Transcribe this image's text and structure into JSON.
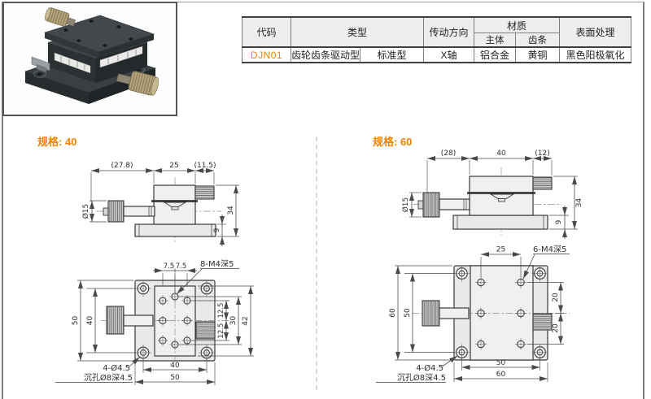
{
  "colors": {
    "accent": "#f08300",
    "table_header_bg": "#efeeec"
  },
  "spec_table": {
    "header": {
      "code": "代码",
      "type": "类型",
      "drive_direction": "传动方向",
      "material": "材质",
      "material_body": "主体",
      "material_rack": "齿条",
      "surface_treatment": "表面处理"
    },
    "row": {
      "code": "DJN01",
      "type_main": "齿轮齿条驱动型",
      "type_sub": "标准型",
      "drive_direction": "X轴",
      "material_body": "铝合金",
      "material_rack": "黄铜",
      "surface_treatment": "黑色阳极氧化"
    }
  },
  "spec40": {
    "label": "规格: 40",
    "side": {
      "dim_a": "(27.8)",
      "dim_b": "25",
      "dim_c": "(11.5)",
      "dim_d": "Ø15",
      "dim_e": "34",
      "dim_f": "9"
    },
    "top": {
      "dim_w1": "7.5",
      "dim_w2": "7.5",
      "callout_m4": "8-M4深5",
      "dim_left_outer": "50",
      "dim_left_inner": "40",
      "dim_r1": "12.5",
      "dim_r2": "12.5",
      "dim_r3": "30",
      "dim_r4": "42",
      "dim_b1": "40",
      "dim_b2": "50",
      "callout_hole": "4-Ø4.5",
      "callout_cbore": "沉孔Ø8深4.5"
    }
  },
  "spec60": {
    "label": "规格: 60",
    "side": {
      "dim_a": "(28)",
      "dim_b": "40",
      "dim_c": "(12)",
      "dim_d": "Ø15",
      "dim_e": "34",
      "dim_f": "9"
    },
    "top": {
      "dim_w": "25",
      "callout_m4": "6-M4深5",
      "dim_left_outer": "60",
      "dim_left_inner": "50",
      "dim_r1": "20",
      "dim_r2": "20",
      "dim_b1": "50",
      "dim_b2": "60",
      "callout_hole": "4-Ø4.5",
      "callout_cbore": "沉孔Ø8深4.5"
    }
  }
}
